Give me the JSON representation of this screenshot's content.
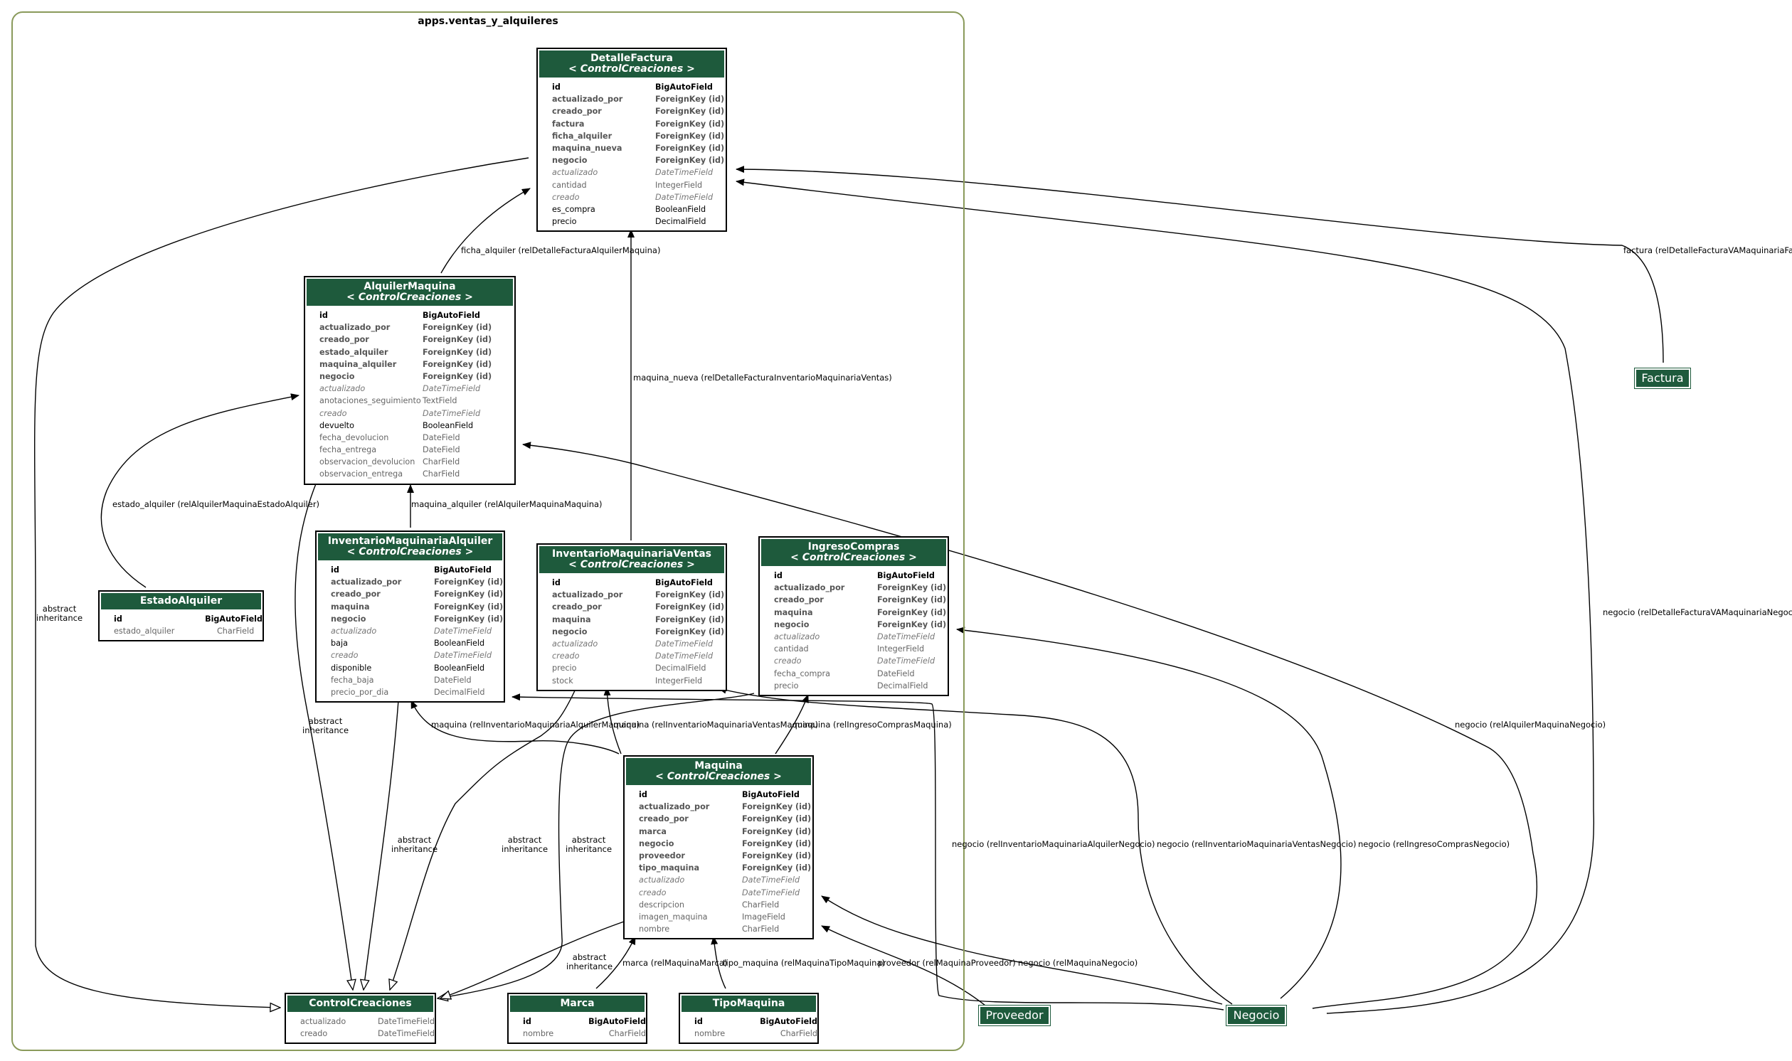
{
  "cluster_title": "apps.ventas_y_alquileres",
  "stereotype": "< ControlCreaciones >",
  "models": {
    "detalle": {
      "name": "DetalleFactura",
      "fields": [
        {
          "name": "id",
          "type": "BigAutoField",
          "kind": "pk"
        },
        {
          "name": "actualizado_por",
          "type": "ForeignKey (id)",
          "kind": "fk"
        },
        {
          "name": "creado_por",
          "type": "ForeignKey (id)",
          "kind": "fk"
        },
        {
          "name": "factura",
          "type": "ForeignKey (id)",
          "kind": "fk"
        },
        {
          "name": "ficha_alquiler",
          "type": "ForeignKey (id)",
          "kind": "fk"
        },
        {
          "name": "maquina_nueva",
          "type": "ForeignKey (id)",
          "kind": "fk"
        },
        {
          "name": "negocio",
          "type": "ForeignKey (id)",
          "kind": "fk"
        },
        {
          "name": "actualizado",
          "type": "DateTimeField",
          "kind": "inh"
        },
        {
          "name": "cantidad",
          "type": "IntegerField",
          "kind": "grey"
        },
        {
          "name": "creado",
          "type": "DateTimeField",
          "kind": "inh"
        },
        {
          "name": "es_compra",
          "type": "BooleanField",
          "kind": "norm"
        },
        {
          "name": "precio",
          "type": "DecimalField",
          "kind": "norm"
        }
      ]
    },
    "alquiler": {
      "name": "AlquilerMaquina",
      "fields": [
        {
          "name": "id",
          "type": "BigAutoField",
          "kind": "pk"
        },
        {
          "name": "actualizado_por",
          "type": "ForeignKey (id)",
          "kind": "fk"
        },
        {
          "name": "creado_por",
          "type": "ForeignKey (id)",
          "kind": "fk"
        },
        {
          "name": "estado_alquiler",
          "type": "ForeignKey (id)",
          "kind": "fk"
        },
        {
          "name": "maquina_alquiler",
          "type": "ForeignKey (id)",
          "kind": "fk"
        },
        {
          "name": "negocio",
          "type": "ForeignKey (id)",
          "kind": "fk"
        },
        {
          "name": "actualizado",
          "type": "DateTimeField",
          "kind": "inh"
        },
        {
          "name": "anotaciones_seguimiento",
          "type": "TextField",
          "kind": "grey"
        },
        {
          "name": "creado",
          "type": "DateTimeField",
          "kind": "inh"
        },
        {
          "name": "devuelto",
          "type": "BooleanField",
          "kind": "norm"
        },
        {
          "name": "fecha_devolucion",
          "type": "DateField",
          "kind": "grey"
        },
        {
          "name": "fecha_entrega",
          "type": "DateField",
          "kind": "grey"
        },
        {
          "name": "observacion_devolucion",
          "type": "CharField",
          "kind": "grey"
        },
        {
          "name": "observacion_entrega",
          "type": "CharField",
          "kind": "grey"
        }
      ]
    },
    "estado": {
      "name": "EstadoAlquiler",
      "fields": [
        {
          "name": "id",
          "type": "BigAutoField",
          "kind": "pk"
        },
        {
          "name": "estado_alquiler",
          "type": "CharField",
          "kind": "grey"
        }
      ]
    },
    "invalq": {
      "name": "InventarioMaquinariaAlquiler",
      "fields": [
        {
          "name": "id",
          "type": "BigAutoField",
          "kind": "pk"
        },
        {
          "name": "actualizado_por",
          "type": "ForeignKey (id)",
          "kind": "fk"
        },
        {
          "name": "creado_por",
          "type": "ForeignKey (id)",
          "kind": "fk"
        },
        {
          "name": "maquina",
          "type": "ForeignKey (id)",
          "kind": "fk"
        },
        {
          "name": "negocio",
          "type": "ForeignKey (id)",
          "kind": "fk"
        },
        {
          "name": "actualizado",
          "type": "DateTimeField",
          "kind": "inh"
        },
        {
          "name": "baja",
          "type": "BooleanField",
          "kind": "norm"
        },
        {
          "name": "creado",
          "type": "DateTimeField",
          "kind": "inh"
        },
        {
          "name": "disponible",
          "type": "BooleanField",
          "kind": "norm"
        },
        {
          "name": "fecha_baja",
          "type": "DateField",
          "kind": "grey"
        },
        {
          "name": "precio_por_dia",
          "type": "DecimalField",
          "kind": "grey"
        }
      ]
    },
    "invven": {
      "name": "InventarioMaquinariaVentas",
      "fields": [
        {
          "name": "id",
          "type": "BigAutoField",
          "kind": "pk"
        },
        {
          "name": "actualizado_por",
          "type": "ForeignKey (id)",
          "kind": "fk"
        },
        {
          "name": "creado_por",
          "type": "ForeignKey (id)",
          "kind": "fk"
        },
        {
          "name": "maquina",
          "type": "ForeignKey (id)",
          "kind": "fk"
        },
        {
          "name": "negocio",
          "type": "ForeignKey (id)",
          "kind": "fk"
        },
        {
          "name": "actualizado",
          "type": "DateTimeField",
          "kind": "inh"
        },
        {
          "name": "creado",
          "type": "DateTimeField",
          "kind": "inh"
        },
        {
          "name": "precio",
          "type": "DecimalField",
          "kind": "grey"
        },
        {
          "name": "stock",
          "type": "IntegerField",
          "kind": "grey"
        }
      ]
    },
    "ingreso": {
      "name": "IngresoCompras",
      "fields": [
        {
          "name": "id",
          "type": "BigAutoField",
          "kind": "pk"
        },
        {
          "name": "actualizado_por",
          "type": "ForeignKey (id)",
          "kind": "fk"
        },
        {
          "name": "creado_por",
          "type": "ForeignKey (id)",
          "kind": "fk"
        },
        {
          "name": "maquina",
          "type": "ForeignKey (id)",
          "kind": "fk"
        },
        {
          "name": "negocio",
          "type": "ForeignKey (id)",
          "kind": "fk"
        },
        {
          "name": "actualizado",
          "type": "DateTimeField",
          "kind": "inh"
        },
        {
          "name": "cantidad",
          "type": "IntegerField",
          "kind": "grey"
        },
        {
          "name": "creado",
          "type": "DateTimeField",
          "kind": "inh"
        },
        {
          "name": "fecha_compra",
          "type": "DateField",
          "kind": "grey"
        },
        {
          "name": "precio",
          "type": "DecimalField",
          "kind": "grey"
        }
      ]
    },
    "maquina": {
      "name": "Maquina",
      "fields": [
        {
          "name": "id",
          "type": "BigAutoField",
          "kind": "pk"
        },
        {
          "name": "actualizado_por",
          "type": "ForeignKey (id)",
          "kind": "fk"
        },
        {
          "name": "creado_por",
          "type": "ForeignKey (id)",
          "kind": "fk"
        },
        {
          "name": "marca",
          "type": "ForeignKey (id)",
          "kind": "fk"
        },
        {
          "name": "negocio",
          "type": "ForeignKey (id)",
          "kind": "fk"
        },
        {
          "name": "proveedor",
          "type": "ForeignKey (id)",
          "kind": "fk"
        },
        {
          "name": "tipo_maquina",
          "type": "ForeignKey (id)",
          "kind": "fk"
        },
        {
          "name": "actualizado",
          "type": "DateTimeField",
          "kind": "inh"
        },
        {
          "name": "creado",
          "type": "DateTimeField",
          "kind": "inh"
        },
        {
          "name": "descripcion",
          "type": "CharField",
          "kind": "grey"
        },
        {
          "name": "imagen_maquina",
          "type": "ImageField",
          "kind": "grey"
        },
        {
          "name": "nombre",
          "type": "CharField",
          "kind": "grey"
        }
      ]
    },
    "control": {
      "name": "ControlCreaciones",
      "fields": [
        {
          "name": "actualizado",
          "type": "DateTimeField",
          "kind": "grey"
        },
        {
          "name": "creado",
          "type": "DateTimeField",
          "kind": "grey"
        }
      ]
    },
    "marca": {
      "name": "Marca",
      "fields": [
        {
          "name": "id",
          "type": "BigAutoField",
          "kind": "pk"
        },
        {
          "name": "nombre",
          "type": "CharField",
          "kind": "grey"
        }
      ]
    },
    "tipo": {
      "name": "TipoMaquina",
      "fields": [
        {
          "name": "id",
          "type": "BigAutoField",
          "kind": "pk"
        },
        {
          "name": "nombre",
          "type": "CharField",
          "kind": "grey"
        }
      ]
    }
  },
  "external": {
    "factura": "Factura",
    "proveedor": "Proveedor",
    "negocio": "Negocio"
  },
  "edge_labels": {
    "ficha_alquiler": "ficha_alquiler (relDetalleFacturaAlquilerMaquina)",
    "maquina_nueva": "maquina_nueva (relDetalleFacturaInventarioMaquinariaVentas)",
    "factura": "factura (relDetalleFacturaVAMaquinariaFactura)",
    "negocio_detalle": "negocio (relDetalleFacturaVAMaquinariaNegocio)",
    "estado_alquiler": "estado_alquiler (relAlquilerMaquinaEstadoAlquiler)",
    "maquina_alquiler": "maquina_alquiler (relAlquilerMaquinaMaquina)",
    "negocio_alquiler": "negocio (relAlquilerMaquinaNegocio)",
    "maquina_invalq": "maquina (relInventarioMaquinariaAlquilerMaquina)",
    "maquina_invven": "maquina (relInventarioMaquinariaVentasMaquina)",
    "maquina_ingreso": "maquina (relIngresoComprasMaquina)",
    "negocio_invalq": "negocio (relInventarioMaquinariaAlquilerNegocio)",
    "negocio_invven": "negocio (relInventarioMaquinariaVentasNegocio)",
    "negocio_ingreso": "negocio (relIngresoComprasNegocio)",
    "negocio_maquina": "negocio (relMaquinaNegocio)",
    "marca": "marca (relMaquinaMarca)",
    "tipo_maquina": "tipo_maquina (relMaquinaTipoMaquina)",
    "proveedor": "proveedor (relMaquinaProveedor)",
    "abstract_1": "abstract\ninheritance",
    "abstract_2": "abstract\ninheritance",
    "abstract_3": "abstract\ninheritance",
    "abstract_4": "abstract\ninheritance",
    "abstract_5": "abstract\ninheritance",
    "abstract_6": "abstract\ninheritance"
  }
}
